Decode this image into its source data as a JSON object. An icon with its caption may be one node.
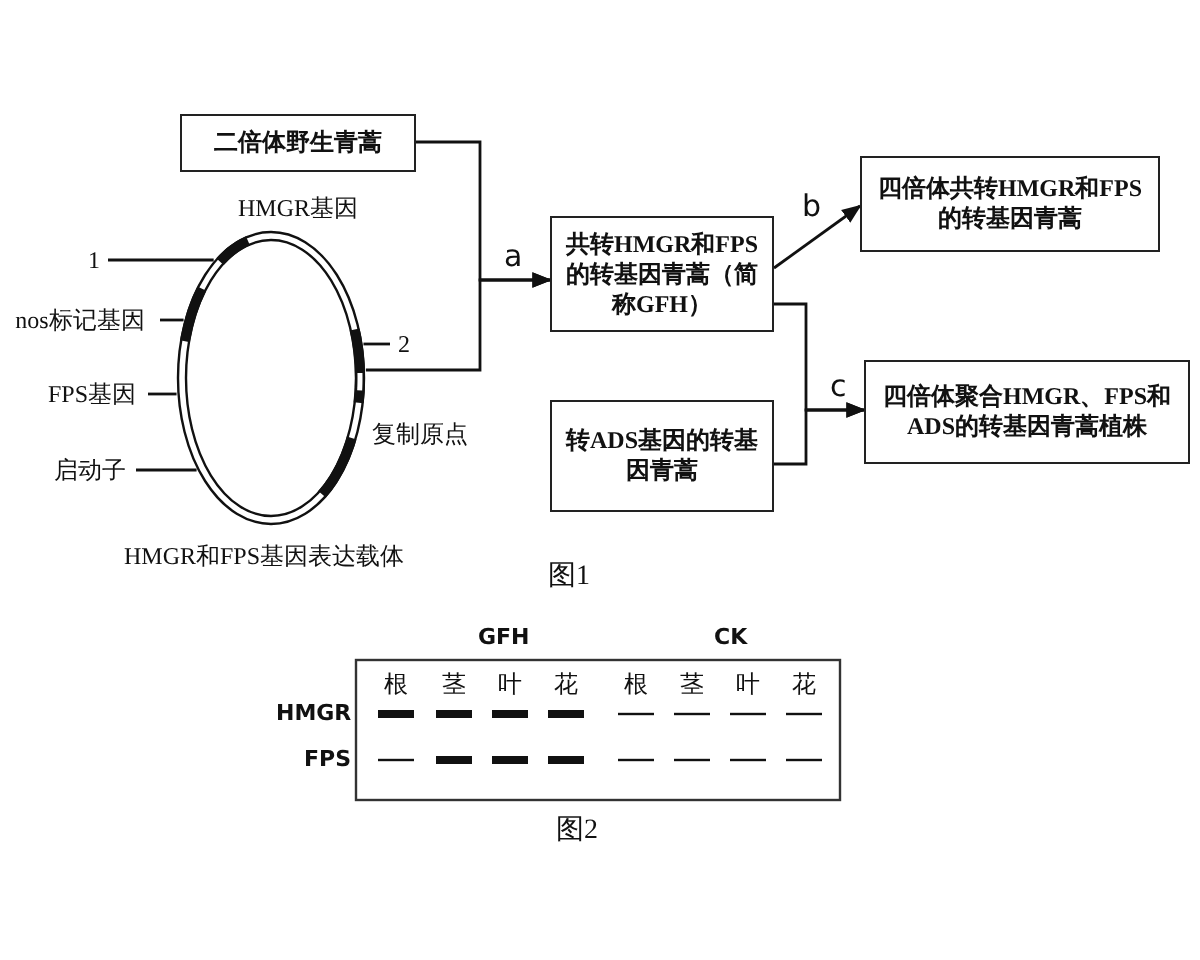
{
  "diagram": {
    "nodes": [
      {
        "text": [
          "二倍体野生青蒿"
        ]
      },
      {
        "text": [],
        "shape": "circle",
        "beside": [
          "HMGR和FPS基因表达载体"
        ]
      },
      {
        "text": [
          "1"
        ]
      },
      {
        "text": [
          "nos标记基因"
        ]
      },
      {
        "text": [
          "2"
        ]
      },
      {
        "text": [
          "FPS基因"
        ]
      },
      {
        "text": [
          "启动子"
        ]
      },
      {
        "text": [
          "共转HMGR和FPS的转基因青蒿（简称GFH）"
        ]
      },
      {
        "text": [
          "四倍体共转HMGR和FPS的转基因青蒿"
        ]
      },
      {
        "text": [
          "转ADS基因的转基因青蒿"
        ]
      },
      {
        "text": [
          "四倍体聚合HMGR、FPS和ADS的转基因青蒿植株"
        ]
      }
    ],
    "edges": [
      {
        "from": 0,
        "to": 7,
        "arrow": "to",
        "label": "a"
      },
      {
        "from": 1,
        "to": 7,
        "arrow": "to"
      },
      {
        "from": 7,
        "to": 8,
        "arrow": "to",
        "label": "b"
      },
      {
        "from": 7,
        "to": 10,
        "arrow": "to",
        "label": "c"
      },
      {
        "from": 9,
        "to": 10,
        "arrow": "to"
      },
      {
        "from": 2,
        "to": 1,
        "arrow": "none"
      },
      {
        "from": 3,
        "to": 1,
        "arrow": "none"
      },
      {
        "from": 4,
        "to": 1,
        "arrow": "none"
      },
      {
        "from": 5,
        "to": 1,
        "arrow": "none"
      },
      {
        "from": 6,
        "to": 1,
        "arrow": "none"
      }
    ],
    "labels": [
      "HMGR基因",
      "复制原点",
      "图1",
      "GFH",
      "CK",
      "根",
      "茎",
      "叶",
      "花",
      "根",
      "茎",
      "叶",
      "花",
      "HMGR",
      "FPS",
      "图2"
    ]
  }
}
